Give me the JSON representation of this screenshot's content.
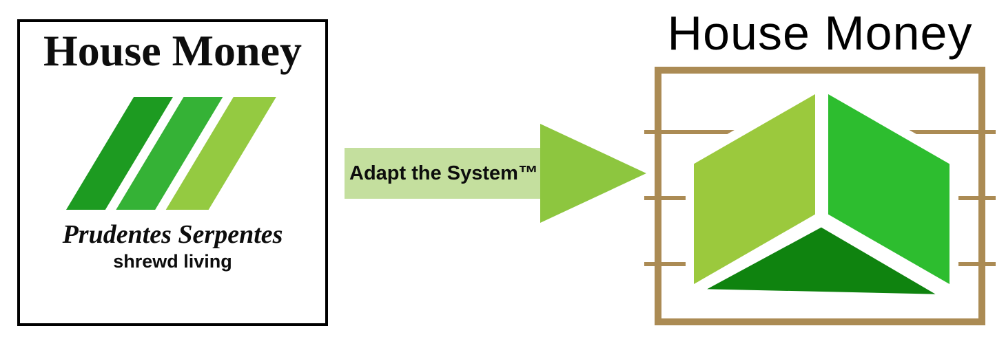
{
  "left_logo": {
    "title": "House Money",
    "motto_latin": "Prudentes Serpentes",
    "motto_english": "shrewd living"
  },
  "arrow": {
    "label": "Adapt the System™"
  },
  "right_logo": {
    "title": "House Money"
  },
  "colors": {
    "stripe_dark": "#1d9b21",
    "stripe_mid": "#35b236",
    "stripe_light": "#94ca41",
    "arrow_shaft": "#c4df9e",
    "arrow_head": "#8dc63f",
    "frame_tan": "#ab8b54",
    "face_left": "#9bc93d",
    "face_right": "#2dbd2f",
    "face_bottom": "#0f830f"
  }
}
